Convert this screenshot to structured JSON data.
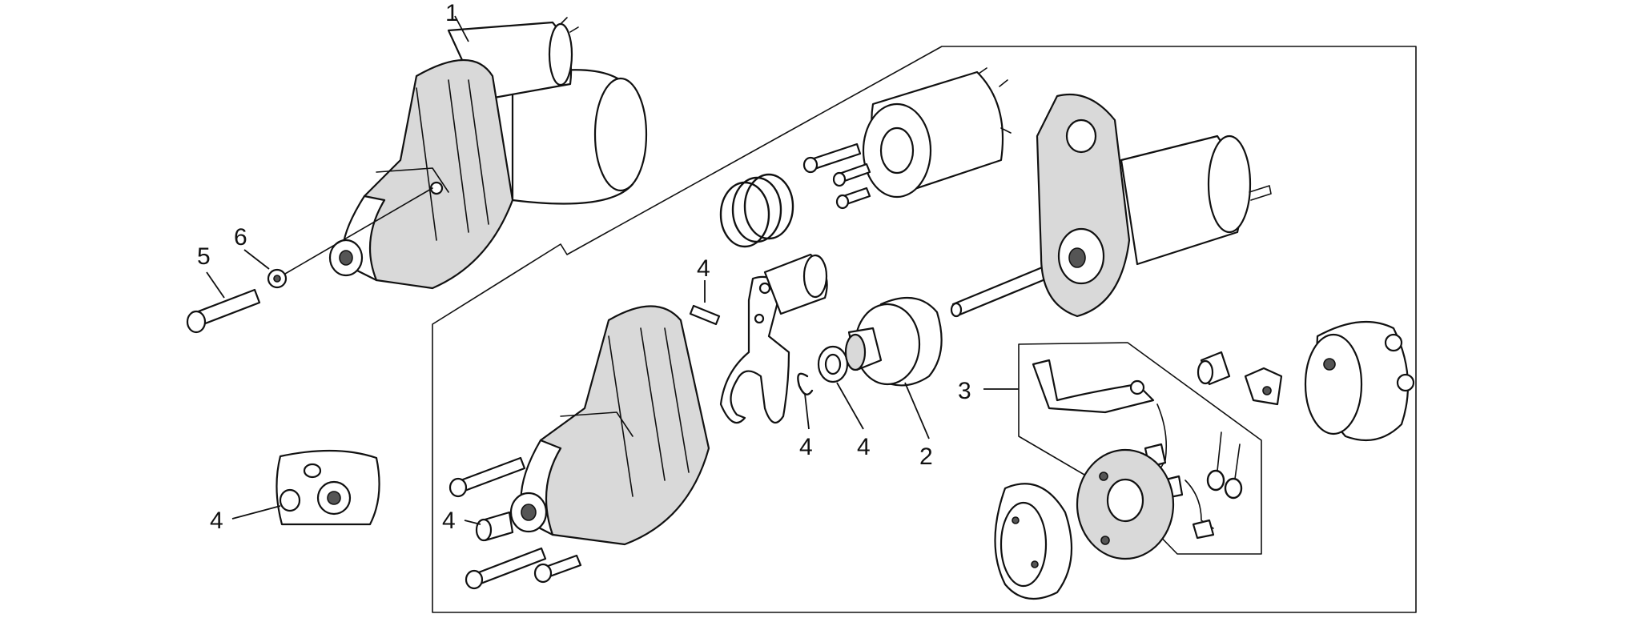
{
  "callouts": {
    "c1": "1",
    "c2": "2",
    "c3": "3",
    "c4_pin": "4",
    "c4_clip": "4",
    "c4_bush": "4",
    "c4_housing": "4",
    "c4_bushing": "4",
    "c5": "5",
    "c6": "6"
  },
  "colors": {
    "line": "#111111",
    "shade": "#d9d9d9",
    "background": "#ffffff"
  }
}
